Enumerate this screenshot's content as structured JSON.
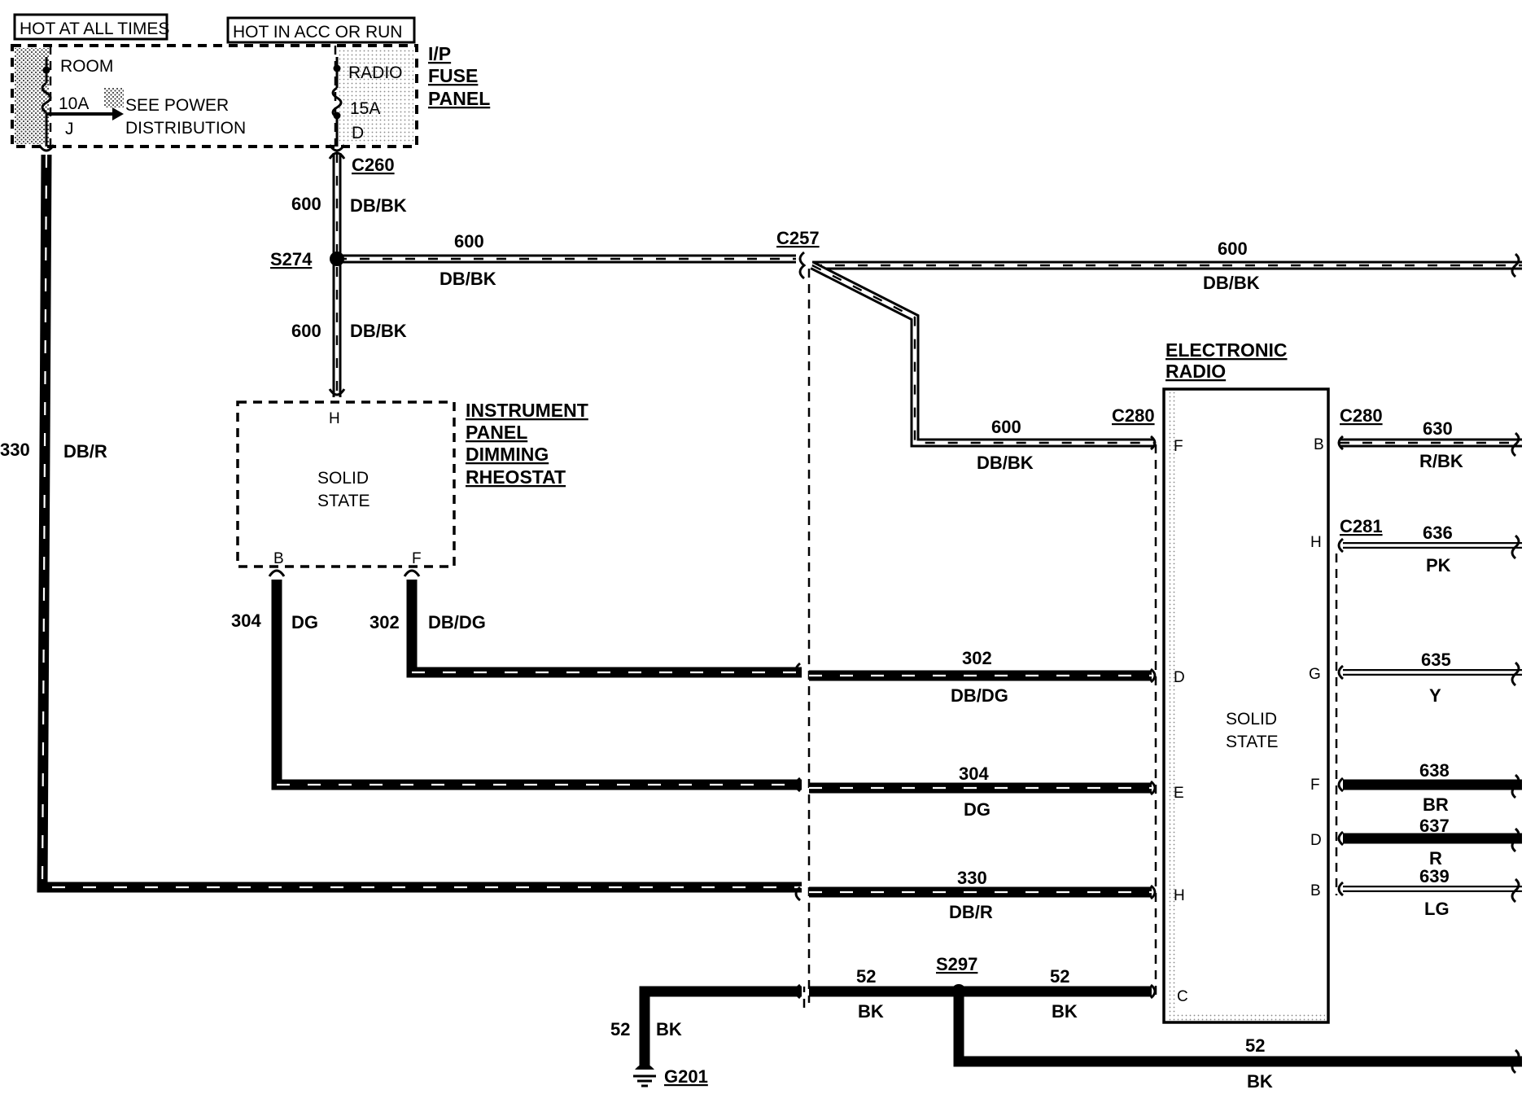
{
  "fuse_panel": {
    "hot_at_all_times": "HOT AT ALL TIMES",
    "hot_in_acc_or_run": "HOT IN ACC OR RUN",
    "panel_label_line1": "I/P",
    "panel_label_line2": "FUSE",
    "panel_label_line3": "PANEL",
    "room_fuse": {
      "name": "ROOM",
      "rating": "10A",
      "pin": "J"
    },
    "radio_fuse": {
      "name": "RADIO",
      "rating": "15A",
      "pin": "D"
    },
    "see_power_line1": "SEE POWER",
    "see_power_line2": "DISTRIBUTION"
  },
  "connectors": {
    "c260": "C260",
    "c257": "C257",
    "c280_left": "C280",
    "c280_right": "C280",
    "c281": "C281"
  },
  "splices": {
    "s274": "S274",
    "s297": "S297"
  },
  "ground": {
    "label": "G201"
  },
  "rheostat": {
    "title_line1": "INSTRUMENT",
    "title_line2": "PANEL",
    "title_line3": "DIMMING",
    "title_line4": "RHEOSTAT",
    "body_line1": "SOLID",
    "body_line2": "STATE",
    "pin_h": "H",
    "pin_b": "B",
    "pin_f": "F"
  },
  "radio": {
    "title_line1": "ELECTRONIC",
    "title_line2": "RADIO",
    "body_line1": "SOLID",
    "body_line2": "STATE",
    "left_pins": [
      "F",
      "D",
      "E",
      "H",
      "C"
    ],
    "right_pins": [
      "B",
      "H",
      "G",
      "F",
      "D",
      "B"
    ]
  },
  "wires": {
    "w600_top": {
      "circuit": "600",
      "color": "DB/BK"
    },
    "w600_mid": {
      "circuit": "600",
      "color": "DB/BK"
    },
    "w600_s274_right": {
      "circuit": "600",
      "color": "DB/BK"
    },
    "w600_far_right": {
      "circuit": "600",
      "color": "DB/BK"
    },
    "w600_radio_f": {
      "circuit": "600",
      "color": "DB/BK"
    },
    "w330_left": {
      "circuit": "330",
      "color": "DB/R"
    },
    "w304_left": {
      "circuit": "304",
      "color": "DG"
    },
    "w302_left": {
      "circuit": "302",
      "color": "DB/DG"
    },
    "w302_right": {
      "circuit": "302",
      "color": "DB/DG"
    },
    "w304_right": {
      "circuit": "304",
      "color": "DG"
    },
    "w330_right": {
      "circuit": "330",
      "color": "DB/R"
    },
    "w52_a": {
      "circuit": "52",
      "color": "BK"
    },
    "w52_b": {
      "circuit": "52",
      "color": "BK"
    },
    "w52_ground": {
      "circuit": "52",
      "color": "BK"
    },
    "w52_bottom": {
      "circuit": "52",
      "color": "BK"
    },
    "w630": {
      "circuit": "630",
      "color": "R/BK"
    },
    "w636": {
      "circuit": "636",
      "color": "PK"
    },
    "w635": {
      "circuit": "635",
      "color": "Y"
    },
    "w638": {
      "circuit": "638",
      "color": "BR"
    },
    "w637": {
      "circuit": "637",
      "color": "R"
    },
    "w639": {
      "circuit": "639",
      "color": "LG"
    }
  }
}
